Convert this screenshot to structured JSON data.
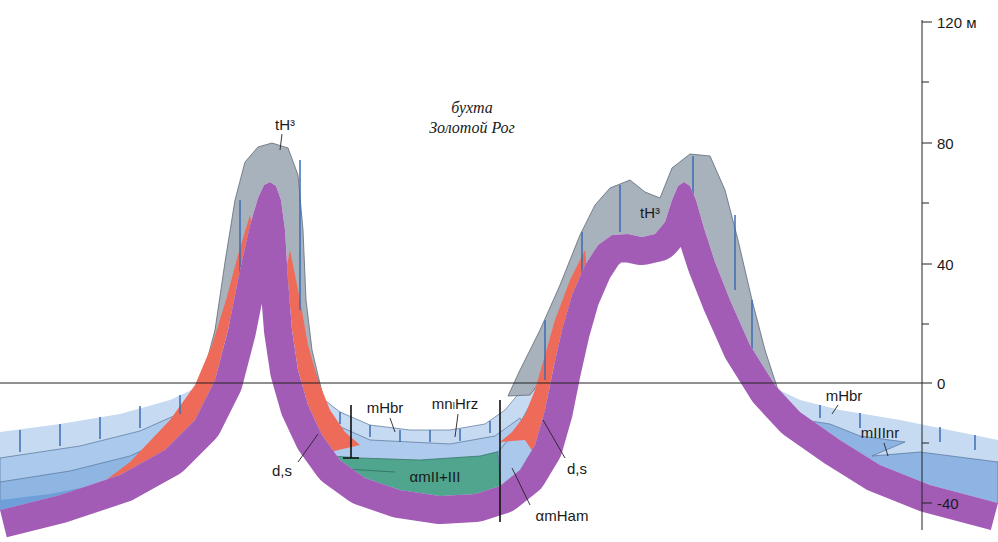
{
  "diagram": {
    "labels": [
      "бухта Золотой Рог",
      "tH³",
      "tH³",
      "d,s",
      "d,s",
      "mHbr",
      "mnₗHrz",
      "αmII+III",
      "αmHam",
      "mHbr",
      "mIIInr",
      "120 м",
      "80",
      "40",
      "0",
      "-40"
    ]
  }
}
